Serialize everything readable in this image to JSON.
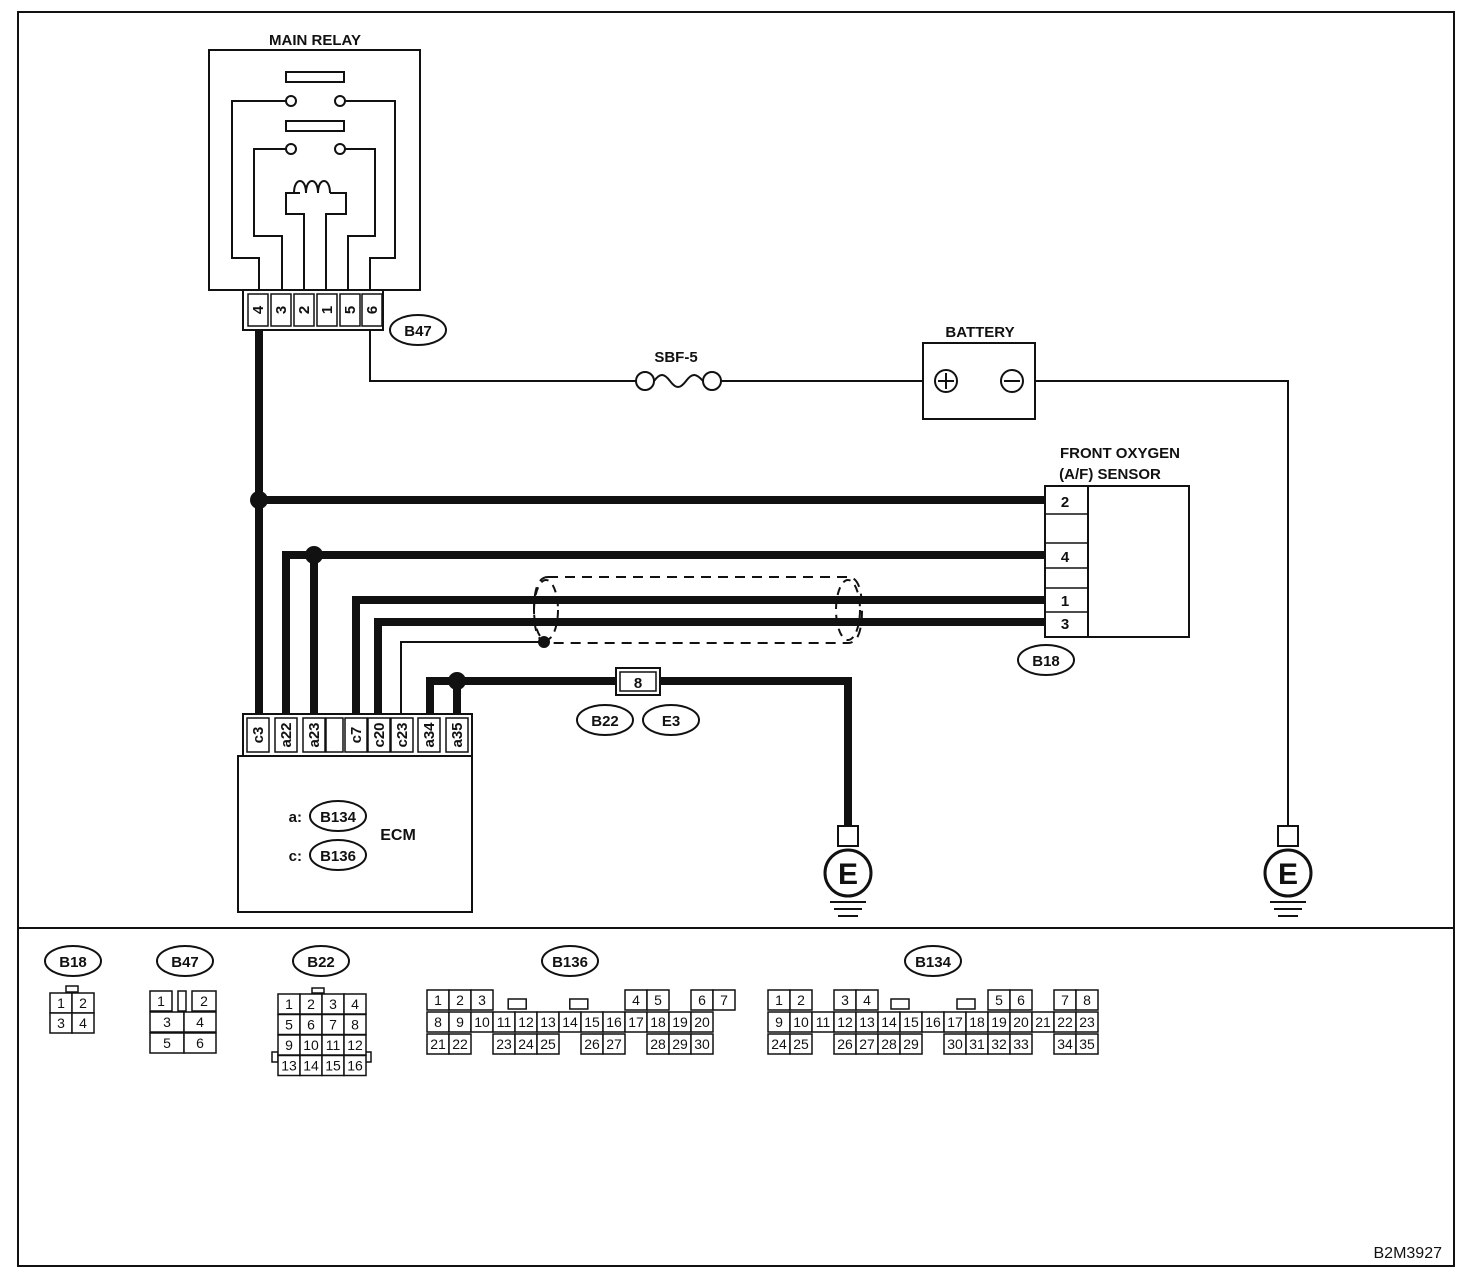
{
  "main_relay": {
    "title": "MAIN RELAY",
    "pins": [
      "4",
      "3",
      "2",
      "1",
      "5",
      "6"
    ],
    "connector": "B47"
  },
  "battery": {
    "title": "BATTERY",
    "plus": "⊕",
    "minus": "⊖"
  },
  "fuse": {
    "label": "SBF-5"
  },
  "sensor": {
    "title_line1": "FRONT OXYGEN",
    "title_line2": "(A/F) SENSOR",
    "pins": [
      "2",
      "4",
      "1",
      "3"
    ],
    "connector": "B18"
  },
  "joint": {
    "pin": "8",
    "connector_a": "B22",
    "connector_b": "E3"
  },
  "ecm": {
    "title": "ECM",
    "pins": [
      "c3",
      "a22",
      "a23",
      "c7",
      "c20",
      "c23",
      "a34",
      "a35"
    ],
    "line_a_prefix": "a:",
    "line_a_conn": "B134",
    "line_c_prefix": "c:",
    "line_c_conn": "B136"
  },
  "grounds": [
    "E",
    "E"
  ],
  "connector_views": {
    "b18": {
      "name": "B18",
      "rows": [
        [
          "1",
          "2"
        ],
        [
          "3",
          "4"
        ]
      ]
    },
    "b47": {
      "name": "B47",
      "rows": [
        [
          "1",
          "2"
        ],
        [
          "3",
          "4"
        ],
        [
          "5",
          "6"
        ]
      ]
    },
    "b22": {
      "name": "B22",
      "rows": [
        [
          "1",
          "2",
          "3",
          "4"
        ],
        [
          "5",
          "6",
          "7",
          "8"
        ],
        [
          "9",
          "10",
          "11",
          "12"
        ],
        [
          "13",
          "14",
          "15",
          "16"
        ]
      ]
    },
    "b136": {
      "name": "B136",
      "row1": [
        "1",
        "2",
        "3",
        "",
        "",
        "",
        "",
        "",
        "",
        "4",
        "5",
        "",
        "6",
        "7"
      ],
      "row2": [
        "8",
        "9",
        "10",
        "11",
        "12",
        "13",
        "14",
        "15",
        "16",
        "17",
        "18",
        "19",
        "20"
      ],
      "row3": [
        "21",
        "22",
        "",
        "23",
        "24",
        "25",
        "",
        "26",
        "27",
        "",
        "28",
        "29",
        "30"
      ]
    },
    "b134": {
      "name": "B134",
      "row1": [
        "1",
        "2",
        "",
        "3",
        "4",
        "",
        "",
        "",
        "",
        "",
        "5",
        "6",
        "",
        "7",
        "8"
      ],
      "row2": [
        "9",
        "10",
        "11",
        "12",
        "13",
        "14",
        "15",
        "16",
        "17",
        "18",
        "19",
        "20",
        "21",
        "22",
        "23"
      ],
      "row3": [
        "24",
        "25",
        "",
        "26",
        "27",
        "28",
        "29",
        "",
        "30",
        "31",
        "32",
        "33",
        "",
        "34",
        "35"
      ]
    }
  },
  "figure_id": "B2M3927"
}
